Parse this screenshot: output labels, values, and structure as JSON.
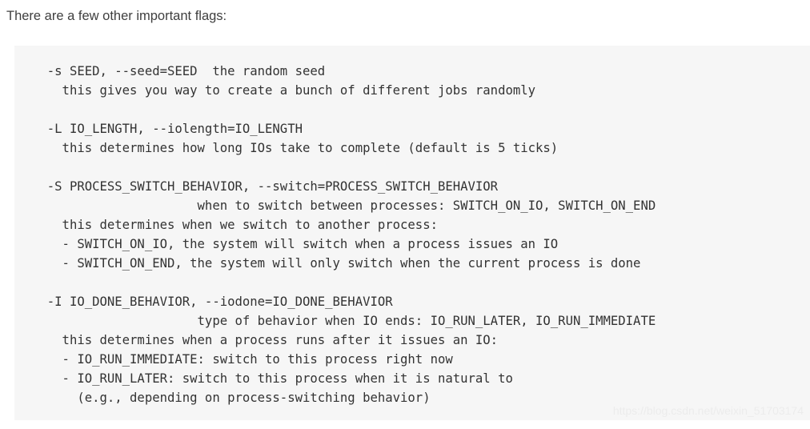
{
  "heading": "There are a few other important flags:",
  "code_block": {
    "lines": [
      "  -s SEED, --seed=SEED  the random seed",
      "    this gives you way to create a bunch of different jobs randomly",
      "",
      "  -L IO_LENGTH, --iolength=IO_LENGTH",
      "    this determines how long IOs take to complete (default is 5 ticks)",
      "",
      "  -S PROCESS_SWITCH_BEHAVIOR, --switch=PROCESS_SWITCH_BEHAVIOR",
      "                      when to switch between processes: SWITCH_ON_IO, SWITCH_ON_END",
      "    this determines when we switch to another process:",
      "    - SWITCH_ON_IO, the system will switch when a process issues an IO",
      "    - SWITCH_ON_END, the system will only switch when the current process is done",
      "",
      "  -I IO_DONE_BEHAVIOR, --iodone=IO_DONE_BEHAVIOR",
      "                      type of behavior when IO ends: IO_RUN_LATER, IO_RUN_IMMEDIATE",
      "    this determines when a process runs after it issues an IO:",
      "    - IO_RUN_IMMEDIATE: switch to this process right now",
      "    - IO_RUN_LATER: switch to this process when it is natural to",
      "      (e.g., depending on process-switching behavior)"
    ]
  },
  "watermark": "https://blog.csdn.net/weixin_51703174",
  "colors": {
    "code_background": "#f6f6f6",
    "code_text": "#333333",
    "heading_text": "#3f3f3f",
    "watermark_text": "#ececec",
    "page_background": "#ffffff"
  }
}
